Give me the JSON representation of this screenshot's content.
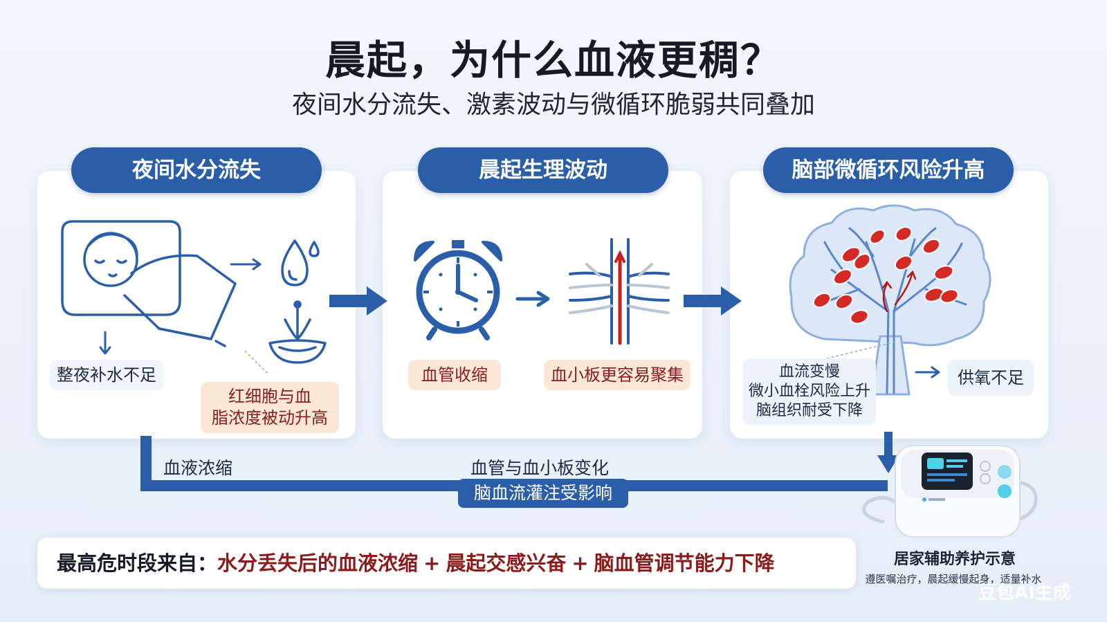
{
  "header": {
    "title": "晨起，为什么血液更稠？",
    "subtitle": "夜间水分流失、激素波动与微循环脆弱共同叠加"
  },
  "panels": [
    {
      "heading": "夜间水分流失",
      "notes": [
        "整夜补水不足"
      ],
      "highlight_lines": [
        "红细胞与血",
        "脂浓度被动升高"
      ]
    },
    {
      "heading": "晨起生理波动",
      "tags": [
        "血管收缩",
        "血小板更容易聚集"
      ]
    },
    {
      "heading": "脑部微循环风险升高",
      "effect_lines": [
        "血流变慢",
        "微小血栓风险上升",
        "脑组织耐受下降"
      ],
      "result": "供氧不足"
    }
  ],
  "flow": {
    "label_left": "血液浓缩",
    "label_mid": "血管与血小板变化",
    "label_banner": "脑血流灌注受影响"
  },
  "summary": {
    "lead": "最高危时段来自：",
    "factors": [
      "水分丢失后的血液浓缩",
      "晨起交感兴奋",
      "脑血管调节能力下降"
    ],
    "separator": "+"
  },
  "device": {
    "caption": "居家辅助养护示意",
    "note": "遵医嘱治疗，晨起缓慢起身，适量补水"
  },
  "watermark": "豆包AI生成",
  "colors": {
    "primary_blue": "#2b5ea8",
    "accent_red": "#c8201e",
    "peach": "#fbe7d5",
    "dark_red_text": "#8b1a1a"
  },
  "icons": [
    "sleeping-person-icon",
    "water-drop-icon",
    "absorb-bowl-icon",
    "alarm-clock-icon",
    "vessel-branch-icon",
    "brain-vessel-icon",
    "home-device-icon",
    "flow-arrow-icon"
  ]
}
